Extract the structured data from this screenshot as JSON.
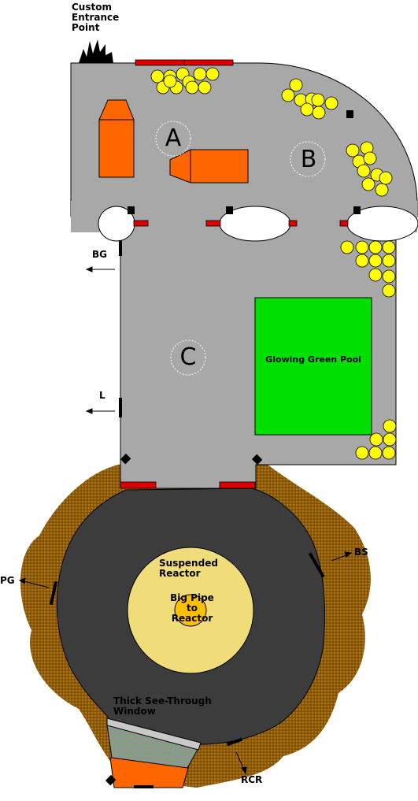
{
  "labels": {
    "custom_entrance": "Custom\nEntrance\nPoint",
    "zone_a": "A",
    "zone_b": "B",
    "zone_c": "C",
    "pool": "Glowing Green Pool",
    "bg": "BG",
    "l": "L",
    "bs": "BS",
    "pg": "PG",
    "rcr": "RCR",
    "reactor": "Suspended\nReactor",
    "pipe": "Big Pipe\nto\nReactor",
    "window": "Thick See-Through\nWindow"
  },
  "colors": {
    "floor": "#a8a8a8",
    "cave": "#3c3c3c",
    "dirt": "#8b5a0a",
    "pool": "#00e000",
    "crate": "#ff6600",
    "barrel": "#ffff00",
    "door": "#dd0000",
    "reactor": "#f0dc78",
    "pipe": "#ffc000",
    "window": "#c8c8c8"
  }
}
